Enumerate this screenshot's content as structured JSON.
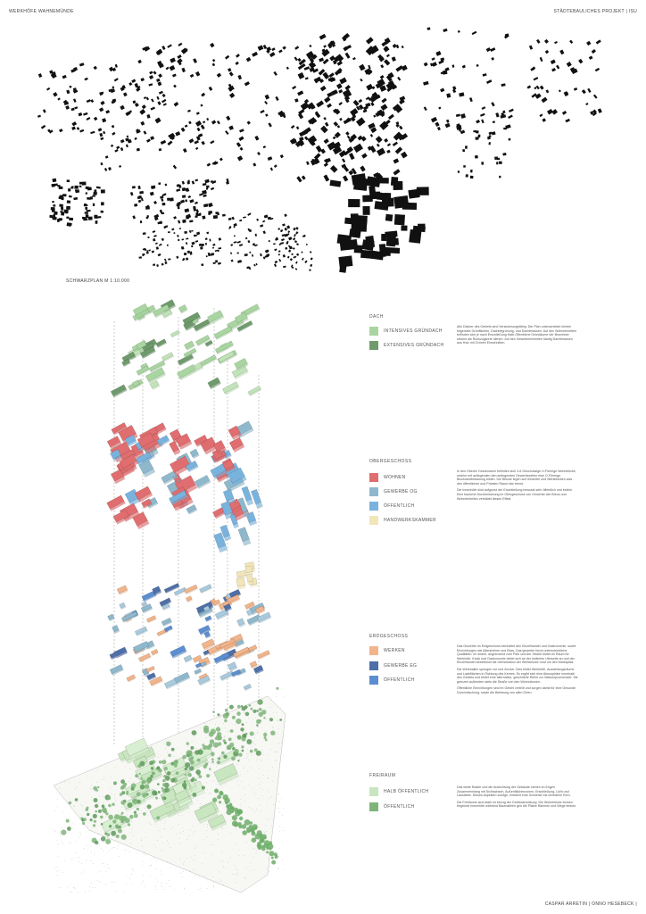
{
  "header": {
    "left": "WERKHÖFE WAHNEMÜNDE",
    "right": "STÄDTEBAULICHES PROJEKT | ISU"
  },
  "plan": {
    "caption": "SCHWARZPLAN M 1:10.000"
  },
  "footer": "CASPAR ARRETIN | ONNO HESEBECK |",
  "sections": {
    "dach": {
      "title": "DACH",
      "legend": [
        {
          "label": "INTENSIVES GRÜNDACH",
          "color": "#a9d5a1"
        },
        {
          "label": "EXTENSIVES GRÜNDACH",
          "color": "#6f9a6c"
        }
      ],
      "text": [
        "Alle Dächer des Gebiets sind Versickerungsfähig. Der Plan unterscheidet hierbei folgendes Grünflächen, Dachbegrünung, und Dachterassen. Auf den Wohneinheiten befinden sich je nach Erschließung Halb-Öffentliche Gründäume der Bewohner welche als Rückzugsorte dienen. Auf den Gewerbeeinheiten häufig Dachterassen aus Holz mit Grünen Einschnitten."
      ]
    },
    "og": {
      "title": "OBERGESCHOSS",
      "legend": [
        {
          "label": "WOHNEN",
          "color": "#e06d6f"
        },
        {
          "label": "GEWERBE OG",
          "color": "#8fb8cc"
        },
        {
          "label": "ÖFFENTLICH",
          "color": "#79b3dd"
        },
        {
          "label": "HANDWERKSKAMMER",
          "color": "#f2e6b8"
        }
      ],
      "text": [
        "In den Oberen Geschossen befinden sich 3-6 Geschossige U-Förmige Wohnblöcke, welche mit anliegenden den anliegenden Gewerbezeilen eine O-Förmige Blockrandbebauung bilden. Die Blöcke legen auf Gewerbe und Werkblöcken was den öffentlichen und Privaten Raum klar trennt.",
        "Die Innenhöfe sind aufgrund der Erschließung bewusst sehr öffentlich und belebt. Eine bauliche Durchmischung im Obergeschoss von Gewerbe wie Büros und Wohneinheiten verstärkt diesen Effekt"
      ]
    },
    "eg": {
      "title": "ERDGESCHOSS",
      "legend": [
        {
          "label": "WERKEN",
          "color": "#f2b48a"
        },
        {
          "label": "GEWERBE EG",
          "color": "#4e6fa8"
        },
        {
          "label": "ÖFFENTLICH",
          "color": "#5b8ed0"
        }
      ],
      "text": [
        "Das Gewerbe im Erdgeschoss beinhaltet den Einzelhandel und Gastronomie, sowie Einrichtungen wie Altersheime und Kitas. Das gewerbe formt unterschiedliche Qualitäten. Im süden, angrenzend zum Park und der Straße bietet es Raum für Werkhöfe. Kiosk und Gastronomie bietet sich an der östlichen Uferseite an und der Einzelhandel beeinflusst die Ufersituation der Werkblöcke rund um den Marktplatz.",
        "Die Werkhallen springen vor und Zurück. Dies bildet Werkhöfe, Ausstellungsräume und Ladeflächen in Richtung des Kernes. Es ergibt sich eine Atmosphäre innerhalb des Gebiets und bietet eine alternative, geschützte Reihe zur Wasserpromenade. Sie grenzen außerdem stets die Straße von den Wohnräumen.",
        "Öffentliche Einrichtungen sind im Gebiet verteilt und sorgen damit für eine Gesunde Durchmischung, sowie die Belebung von allen Orten."
      ]
    },
    "freiraum": {
      "title": "FREIRAUM",
      "legend": [
        {
          "label": "HALB ÖFFENTLICH",
          "color": "#c8e6bf"
        },
        {
          "label": "ÖFFENTLICH",
          "color": "#7fb57a"
        }
      ],
      "text": [
        "Das weite Raster und die Ausrichtung der Gebäude stehen im Engen Zusammenhang mit Sichtachsen, Außenflächenzonen, Erschließung, Licht und Laustärke. Dieses Aspekten zufolge, entsteht eine Schneise mit zentralem Kern.",
        "Die Freiräume sind stark im bezug der Gebäudenutzung. Die Wohnblöcke formen begrünte Innenhöfe während Baumalleen gen die Plätze Rahmen und Wege lenken."
      ]
    }
  }
}
